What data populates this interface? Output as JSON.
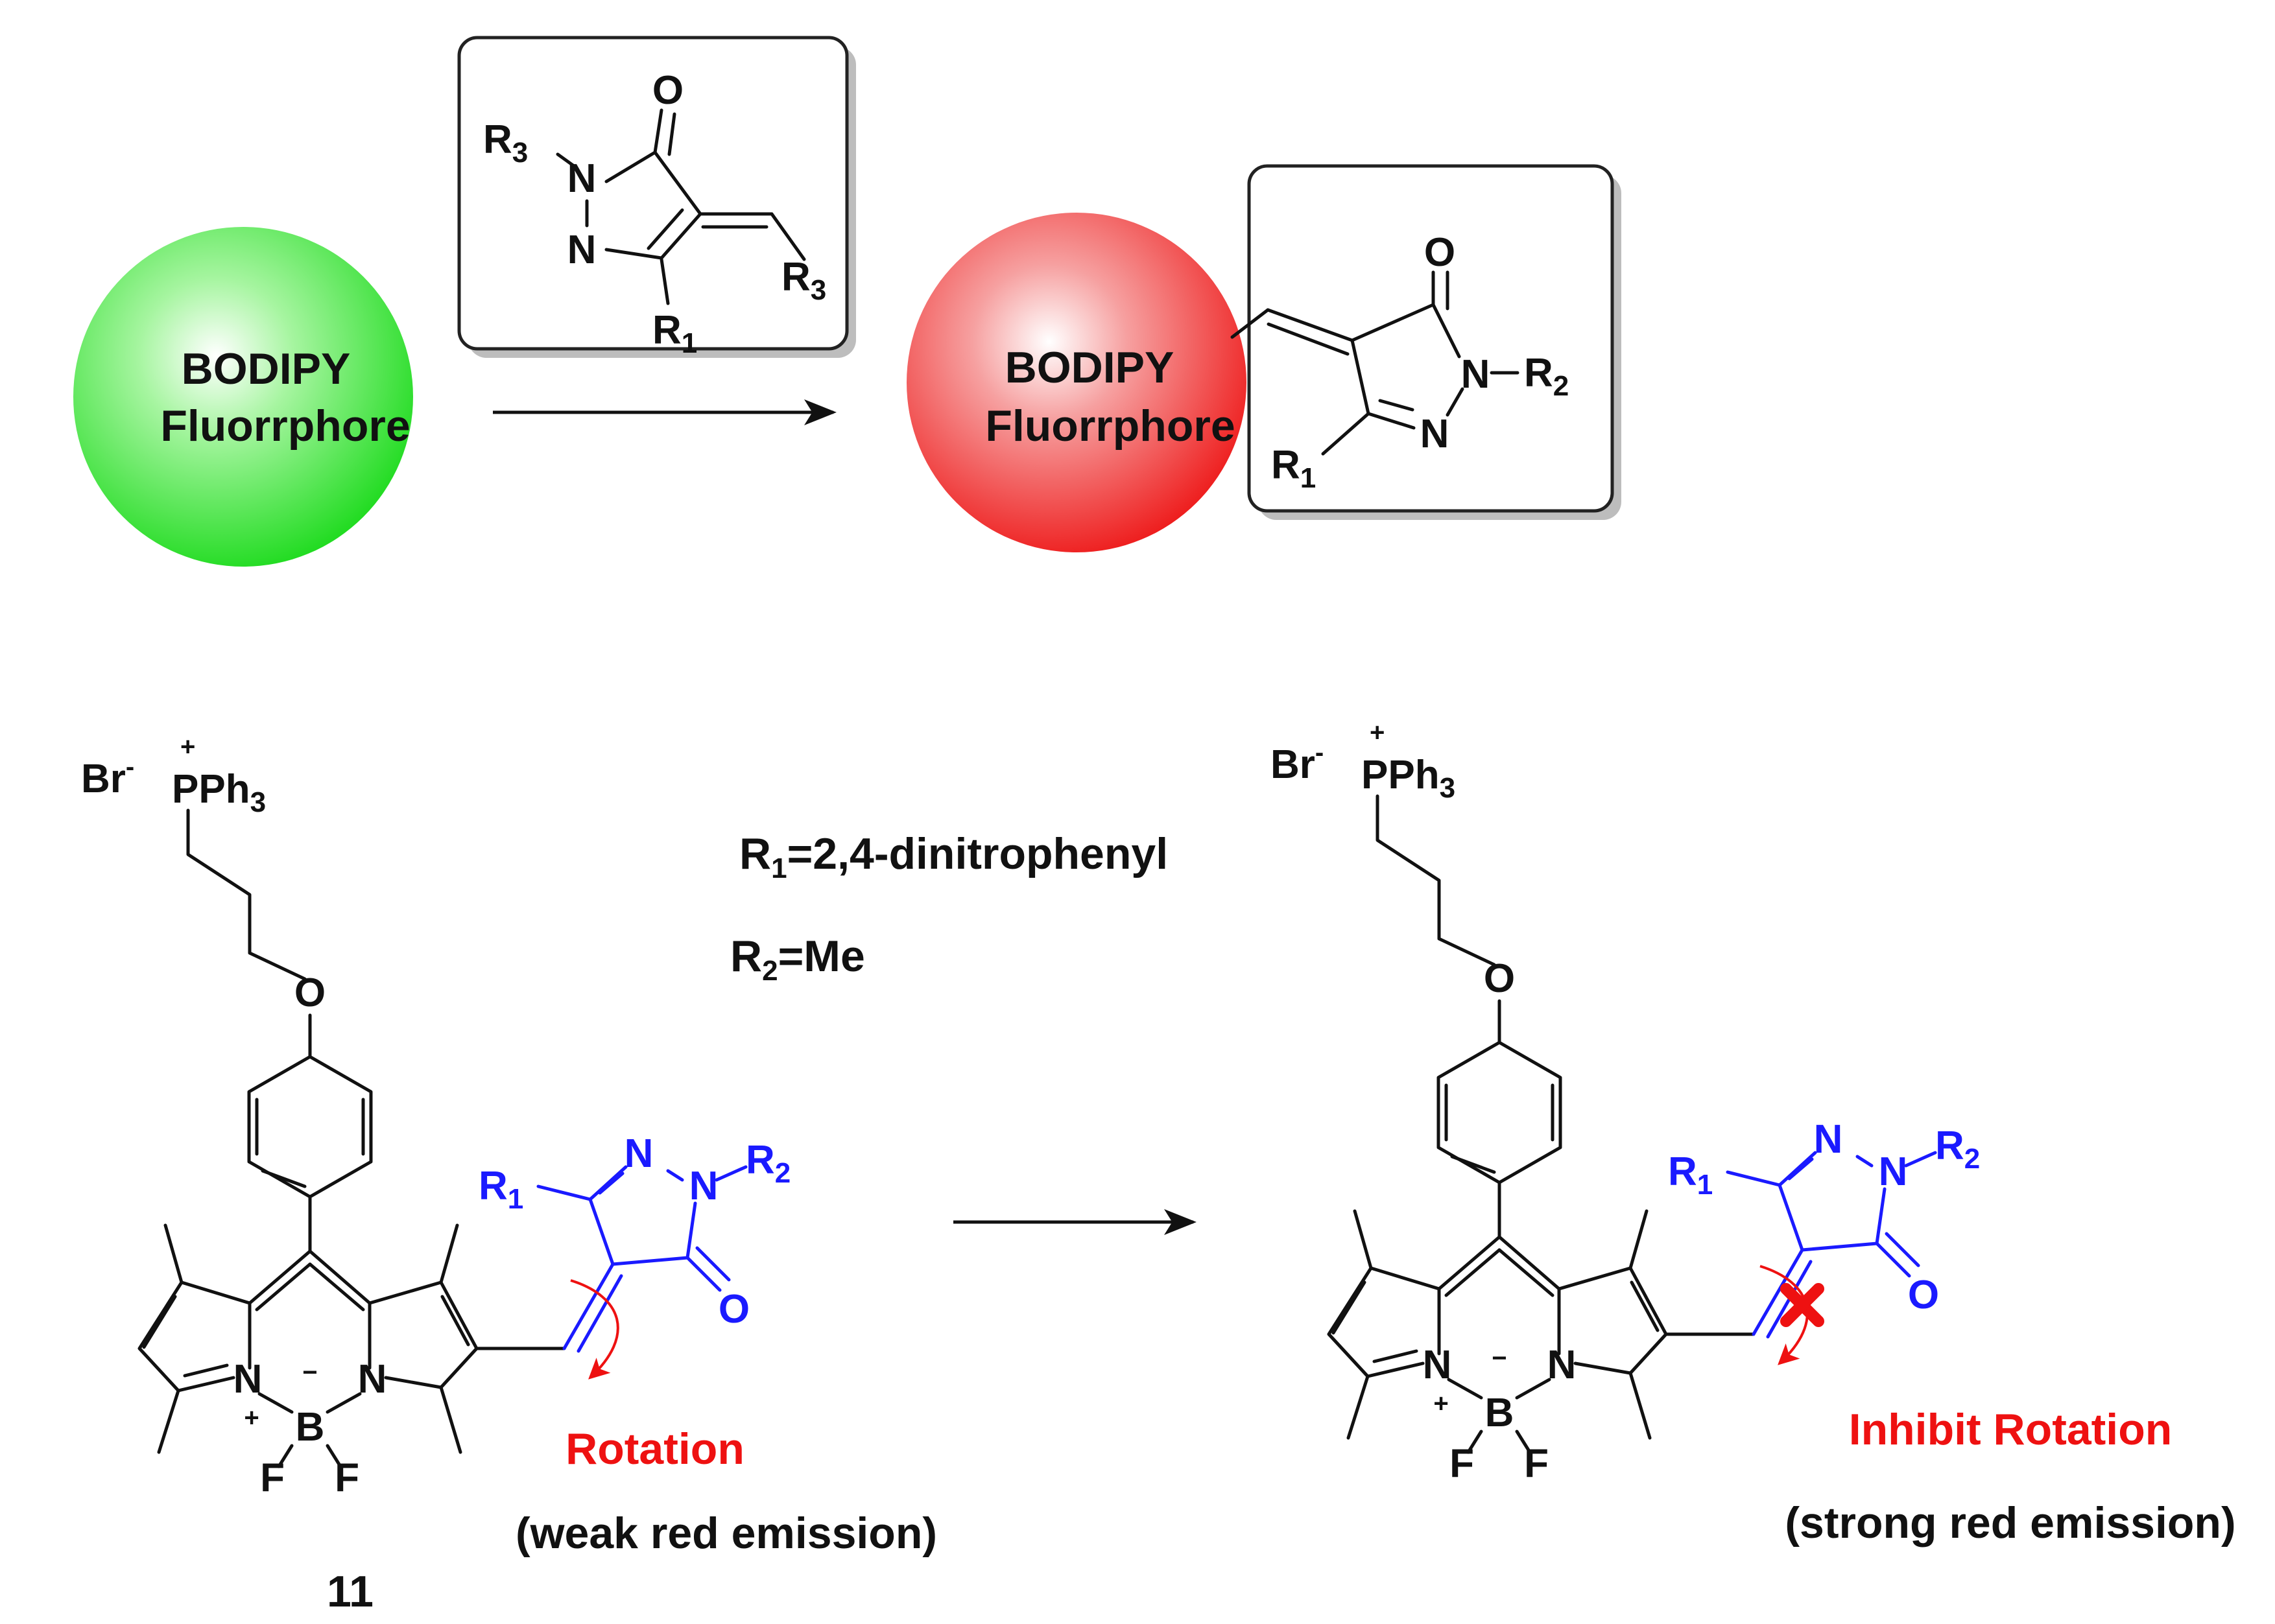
{
  "top_scheme": {
    "left_circle": {
      "line1": "BODIPY",
      "line2": "Fluorrphore",
      "color": "#22dd22"
    },
    "right_circle": {
      "line1": "BODIPY",
      "line2": "Fluorrphore",
      "color": "#ee1c1c"
    },
    "reagent": {
      "atoms": {
        "oxygen": "O",
        "n1": "N",
        "n2": "N"
      },
      "r3_top": "R",
      "r3_top_sub": "3",
      "r3_right": "R",
      "r3_right_sub": "3",
      "r1": "R",
      "r1_sub": "1"
    },
    "product": {
      "atoms": {
        "oxygen": "O",
        "n1": "N",
        "n2": "N"
      },
      "r2": "R",
      "r2_sub": "2",
      "r1": "R",
      "r1_sub": "1"
    }
  },
  "conditions": {
    "r1_label": "R",
    "r1_sub": "1",
    "r1_value": "=2,4-dinitrophenyl",
    "r2_label": "R",
    "r2_sub": "2",
    "r2_value": "=Me"
  },
  "left_molecule": {
    "counterion": "Br",
    "counterion_charge": "-",
    "phosphonium": "PPh",
    "phosphonium_sub": "3",
    "phosphonium_charge": "+",
    "oxygen": "O",
    "core": {
      "n_left": "N",
      "n_right": "N",
      "boron": "B",
      "f1": "F",
      "f2": "F",
      "plus": "+",
      "minus": "−"
    },
    "pyrazolone": {
      "r1": "R",
      "r1_sub": "1",
      "r2": "R",
      "r2_sub": "2",
      "n1": "N",
      "n2": "N",
      "oxygen": "O"
    },
    "note": "Rotation",
    "emission": "(weak red emission)",
    "compound_number": "11"
  },
  "right_molecule": {
    "counterion": "Br",
    "counterion_charge": "-",
    "phosphonium": "PPh",
    "phosphonium_sub": "3",
    "phosphonium_charge": "+",
    "oxygen": "O",
    "core": {
      "n_left": "N",
      "n_right": "N",
      "boron": "B",
      "f1": "F",
      "f2": "F",
      "plus": "+",
      "minus": "−"
    },
    "pyrazolone": {
      "r1": "R",
      "r1_sub": "1",
      "r2": "R",
      "r2_sub": "2",
      "n1": "N",
      "n2": "N",
      "oxygen": "O"
    },
    "note": "Inhibit Rotation",
    "emission": "(strong red emission)",
    "blocked_mark": "x-mark"
  },
  "colors": {
    "structure": "#111111",
    "substituent": "#1a1aff",
    "annotation": "#ee1111"
  }
}
